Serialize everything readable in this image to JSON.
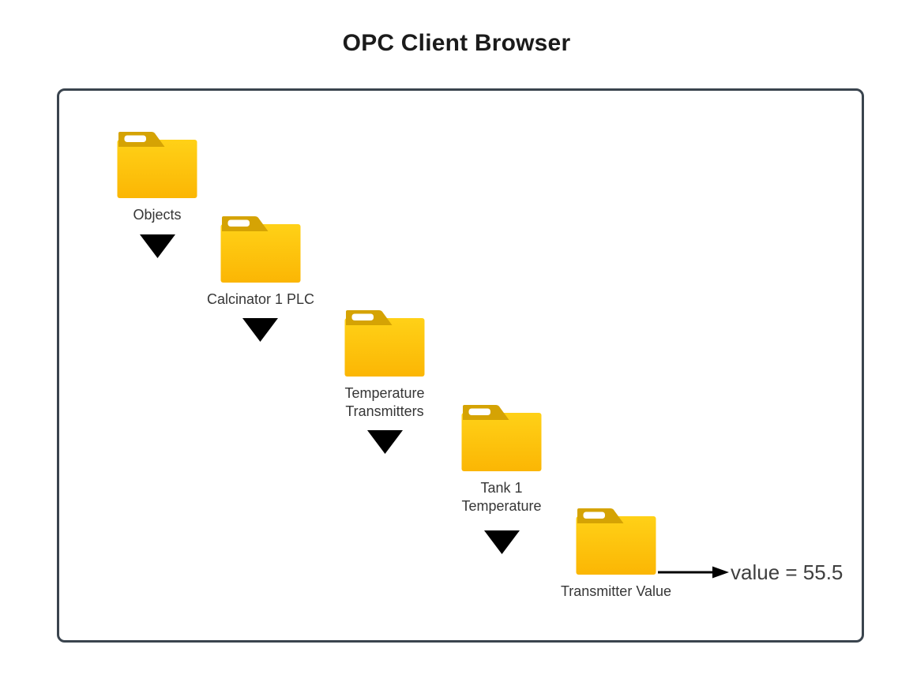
{
  "title": "OPC Client Browser",
  "tree": {
    "nodes": [
      {
        "name": "Objects",
        "lines": [
          "Objects"
        ]
      },
      {
        "name": "Calcinator 1 PLC",
        "lines": [
          "Calcinator 1 PLC"
        ]
      },
      {
        "name": "Temperature Transmitters",
        "lines": [
          "Temperature",
          "Transmitters"
        ]
      },
      {
        "name": "Tank 1 Temperature",
        "lines": [
          "Tank 1",
          "Temperature"
        ]
      },
      {
        "name": "Transmitter Value",
        "lines": [
          "Transmitter Value"
        ]
      }
    ],
    "value_annotation": "value = 55.5",
    "colors": {
      "folder_tab": "#D5A304",
      "folder_body_top": "#FFD117",
      "folder_body_bottom": "#FBB604",
      "folder_stripe": "#FFFFFF",
      "expander": "#000000",
      "arrow": "#000000",
      "panel_border": "#3A444E",
      "label_text": "#363636",
      "title_text": "#1B1B1B"
    }
  }
}
